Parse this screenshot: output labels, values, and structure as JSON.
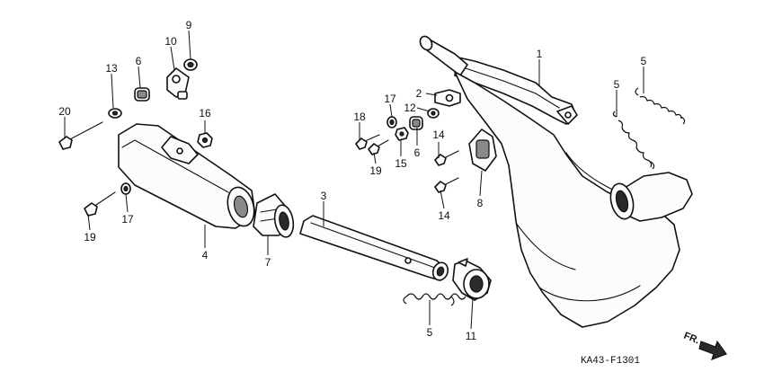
{
  "diagram": {
    "drawing_code": "KA43-F1301",
    "direction_label": "FR.",
    "callouts": [
      {
        "id": "c1",
        "label": "1"
      },
      {
        "id": "c2",
        "label": "2"
      },
      {
        "id": "c3",
        "label": "3"
      },
      {
        "id": "c4",
        "label": "4"
      },
      {
        "id": "c5a",
        "label": "5"
      },
      {
        "id": "c5b",
        "label": "5"
      },
      {
        "id": "c5c",
        "label": "5"
      },
      {
        "id": "c6a",
        "label": "6"
      },
      {
        "id": "c6b",
        "label": "6"
      },
      {
        "id": "c7",
        "label": "7"
      },
      {
        "id": "c8",
        "label": "8"
      },
      {
        "id": "c9",
        "label": "9"
      },
      {
        "id": "c10",
        "label": "10"
      },
      {
        "id": "c11",
        "label": "11"
      },
      {
        "id": "c12",
        "label": "12"
      },
      {
        "id": "c13",
        "label": "13"
      },
      {
        "id": "c14a",
        "label": "14"
      },
      {
        "id": "c14b",
        "label": "14"
      },
      {
        "id": "c15",
        "label": "15"
      },
      {
        "id": "c16",
        "label": "16"
      },
      {
        "id": "c17a",
        "label": "17"
      },
      {
        "id": "c17b",
        "label": "17"
      },
      {
        "id": "c18",
        "label": "18"
      },
      {
        "id": "c19a",
        "label": "19"
      },
      {
        "id": "c19b",
        "label": "19"
      },
      {
        "id": "c20",
        "label": "20"
      }
    ]
  }
}
